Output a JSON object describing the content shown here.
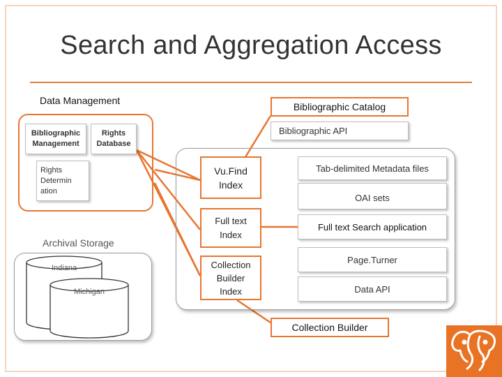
{
  "title": "Search and Aggregation Access",
  "data_management": {
    "label": "Data Management",
    "bibliographic_management": "Bibliographic Management",
    "rights_database": "Rights Database",
    "rights_determination": "Rights Determin ation"
  },
  "archival_storage": {
    "label": "Archival Storage",
    "indiana": "Indiana",
    "michigan": "Michigan"
  },
  "bibliographic_catalog": "Bibliographic Catalog",
  "bibliographic_api": "Bibliographic API",
  "indexes": {
    "vufind": "Vu.Find Index",
    "fulltext": "Full text Index",
    "collection_builder": "Collection Builder Index"
  },
  "outputs": {
    "tab_delimited": "Tab-delimited Metadata files",
    "oai_sets": "OAI sets",
    "fulltext_search": "Full text Search application",
    "pageturner": "Page.Turner",
    "data_api": "Data API"
  },
  "collection_builder_app": "Collection Builder",
  "colors": {
    "accent": "#e87530",
    "title_rule": "#e07b3c",
    "logo_bg": "#e87324",
    "frame": "#f3d6bf"
  },
  "icons": [
    "elephant-logo-icon"
  ]
}
